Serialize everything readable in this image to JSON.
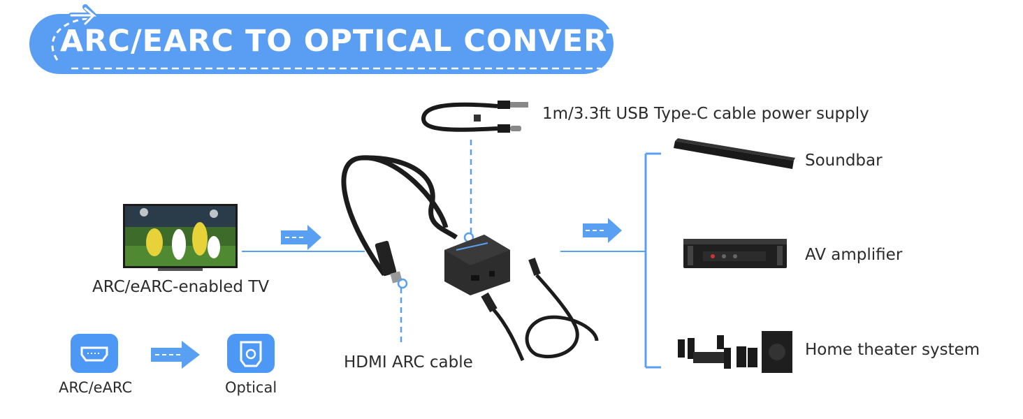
{
  "banner": {
    "title": "ARC/EARC TO OPTICAL CONVERTER"
  },
  "tv": {
    "label": "ARC/eARC-enabled TV"
  },
  "legend": {
    "from_label": "ARC/eARC",
    "to_label": "Optical"
  },
  "usb": {
    "label": "1m/3.3ft USB Type-C cable power supply"
  },
  "hdmi": {
    "label": "HDMI ARC cable"
  },
  "outputs": {
    "soundbar": "Soundbar",
    "amplifier": "AV amplifier",
    "home_theater": "Home theater system"
  },
  "colors": {
    "accent": "#4d98f4",
    "banner": "#5a9ef3",
    "line": "#5aa0f2"
  }
}
